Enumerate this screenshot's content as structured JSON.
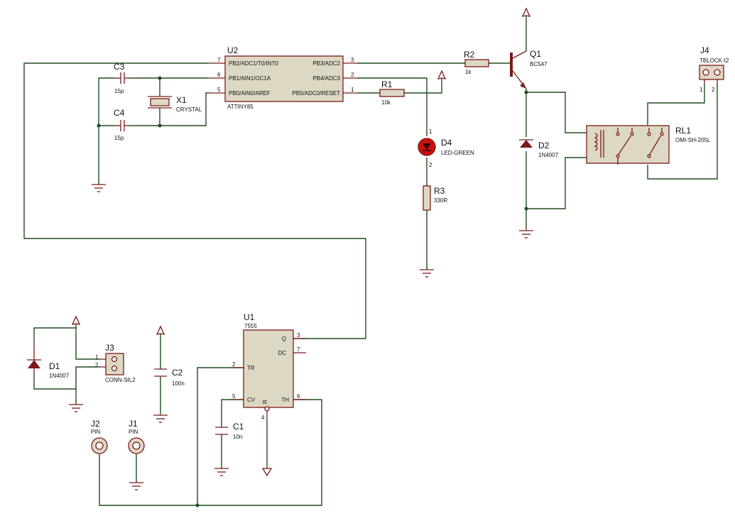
{
  "components": {
    "u2": {
      "ref": "U2",
      "value": "ATTINY85",
      "pins": [
        {
          "name": "PB2/ADC1/T0/INT0",
          "num": "7"
        },
        {
          "name": "PB1/AIN1/OC1A",
          "num": "6"
        },
        {
          "name": "PB0/AIN0/AREF",
          "num": "5"
        },
        {
          "name": "PB3/ADC2",
          "num": "3"
        },
        {
          "name": "PB4/ADC3",
          "num": "2"
        },
        {
          "name": "PB5/ADC0/RESET",
          "num": "1"
        }
      ]
    },
    "u1": {
      "ref": "U1",
      "value": "7555",
      "pins": [
        {
          "name": "Q",
          "num": "3"
        },
        {
          "name": "DC",
          "num": "7"
        },
        {
          "name": "TR",
          "num": "2"
        },
        {
          "name": "CV",
          "num": "5"
        },
        {
          "name": "R",
          "num": "4"
        },
        {
          "name": "TH",
          "num": "6"
        }
      ]
    },
    "c3": {
      "ref": "C3",
      "value": "15p"
    },
    "c4": {
      "ref": "C4",
      "value": "15p"
    },
    "x1": {
      "ref": "X1",
      "value": "CRYSTAL"
    },
    "r1": {
      "ref": "R1",
      "value": "10k"
    },
    "r2": {
      "ref": "R2",
      "value": "1k"
    },
    "r3": {
      "ref": "R3",
      "value": "330R"
    },
    "d4": {
      "ref": "D4",
      "value": "LED-GREEN",
      "pin1": "1",
      "pin2": "2"
    },
    "q1": {
      "ref": "Q1",
      "value": "BC547"
    },
    "d2": {
      "ref": "D2",
      "value": "1N4007"
    },
    "rl1": {
      "ref": "RL1",
      "value": "OMI-SH-205L"
    },
    "j4": {
      "ref": "J4",
      "value": "TBLOCK-I2",
      "pin1": "1",
      "pin2": "2"
    },
    "d1": {
      "ref": "D1",
      "value": "1N4007"
    },
    "j3": {
      "ref": "J3",
      "value": "CONN-SIL2",
      "pin1": "1",
      "pin2": "2"
    },
    "c2": {
      "ref": "C2",
      "value": "100n"
    },
    "c1": {
      "ref": "C1",
      "value": "10n"
    },
    "j2": {
      "ref": "J2",
      "value": "PIN"
    },
    "j1": {
      "ref": "J1",
      "value": "PIN"
    }
  },
  "colors": {
    "wire": "#1e4d1e",
    "component": "#7a1a1a",
    "body_fill": "#ddd8c4",
    "led": "#cc1111"
  }
}
